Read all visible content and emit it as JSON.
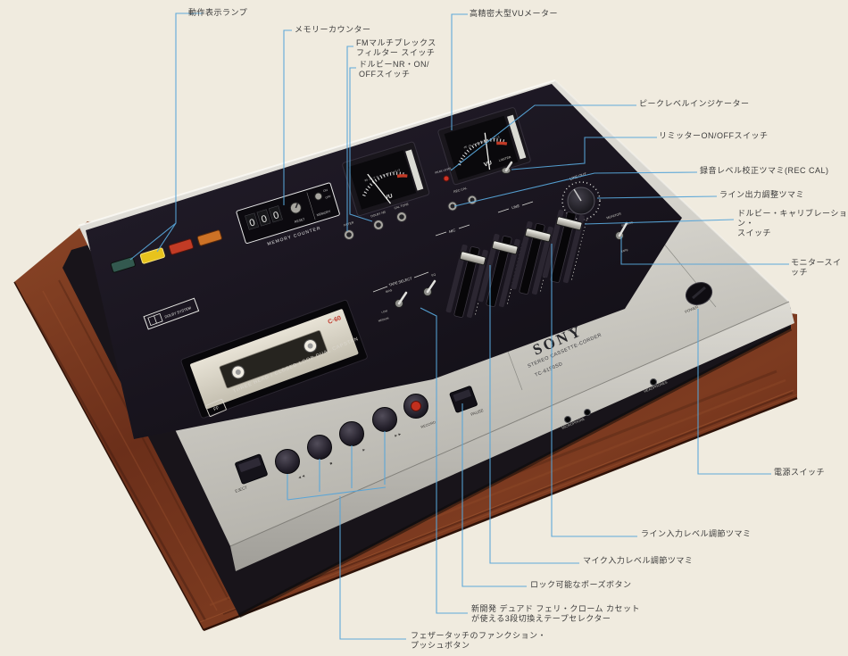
{
  "callouts": [
    {
      "text": "動作表示ランプ"
    },
    {
      "text": "メモリーカウンター"
    },
    {
      "text": "FMマルチプレックス\nフィルター スイッチ"
    },
    {
      "text": "ドルビーNR・ON/\nOFFスイッチ"
    },
    {
      "text": "高精密大型VUメーター"
    },
    {
      "text": "ピークレベルインジケーター"
    },
    {
      "text": "リミッターON/OFFスイッチ"
    },
    {
      "text": "録音レベル校正ツマミ(REC CAL)"
    },
    {
      "text": "ライン出力調整ツマミ"
    },
    {
      "text": "ドルビー・キャリブレーション・\nスイッチ"
    },
    {
      "text": "モニタースイッチ"
    },
    {
      "text": "電源スイッチ"
    },
    {
      "text": "ライン入力レベル調節ツマミ"
    },
    {
      "text": "マイク入力レベル調節ツマミ"
    },
    {
      "text": "ロック可能なポーズボタン"
    },
    {
      "text": "新開発 デュアド フェリ・クローム カセット\nが使える3段切換えテープセレクター"
    },
    {
      "text": "フェザータッチのファンクション・\nプッシュボタン"
    }
  ],
  "device": {
    "brand": "SONY",
    "model": "STEREO CASSETTE-CORDER",
    "model_no": "TC-6150SD",
    "counter": {
      "label": "MEMORY COUNTER",
      "digits": [
        "0",
        "0",
        "0"
      ],
      "reset": "RESET",
      "memory": "MEMORY",
      "on": "ON",
      "off": "OFF"
    },
    "meters": {
      "unit": "VU",
      "scale": "-20 -10 -7 -5 -3 -2 -1 0 +1 +2 +3",
      "peak": "PEAK LEVEL"
    },
    "controls": {
      "filter": "FILTER",
      "dolby_nr": "DOLBY NR",
      "cal_tone": "CAL TONE",
      "rec_cal": "REC CAL",
      "limiter": "LIMITER",
      "line_out": "LINE OUT",
      "monitor": "MONITOR",
      "source": "SOURCE",
      "tape": "TAPE",
      "mic": "MIC",
      "line": "LINE"
    },
    "tape_select": {
      "label": "TAPE SELECT",
      "bias": "BIAS",
      "eq": "EQ",
      "low": "LOW",
      "medium": "MEDIUM"
    },
    "cassette": {
      "dolby_badge": "DOLBY SYSTEM",
      "tape_label": "C·60",
      "head_text": "THREE HEAD / CLOSED LOOP DUAL CAPSTAN",
      "ff_badge": "FF"
    },
    "transport": {
      "eject": "EJECT",
      "rew": "◄◄",
      "stop": "■",
      "play": "►",
      "ff": "►►",
      "record": "RECORD",
      "pause": "PAUSE"
    },
    "power": "POWER",
    "jacks": {
      "microphone": "MICROPHONE",
      "headphones": "HEADPHONES"
    }
  },
  "colors": {
    "background": "#f0ebdf",
    "callout_line": "#57a5d8",
    "wood": "#77361f",
    "panel_black": "#1a1520",
    "silver": "#cfcdc6",
    "record_red": "#c1301e",
    "lamp_yellow": "#e7c31d",
    "lamp_red": "#c23b25",
    "lamp_orange": "#cd7226",
    "lamp_green": "#33594f"
  }
}
